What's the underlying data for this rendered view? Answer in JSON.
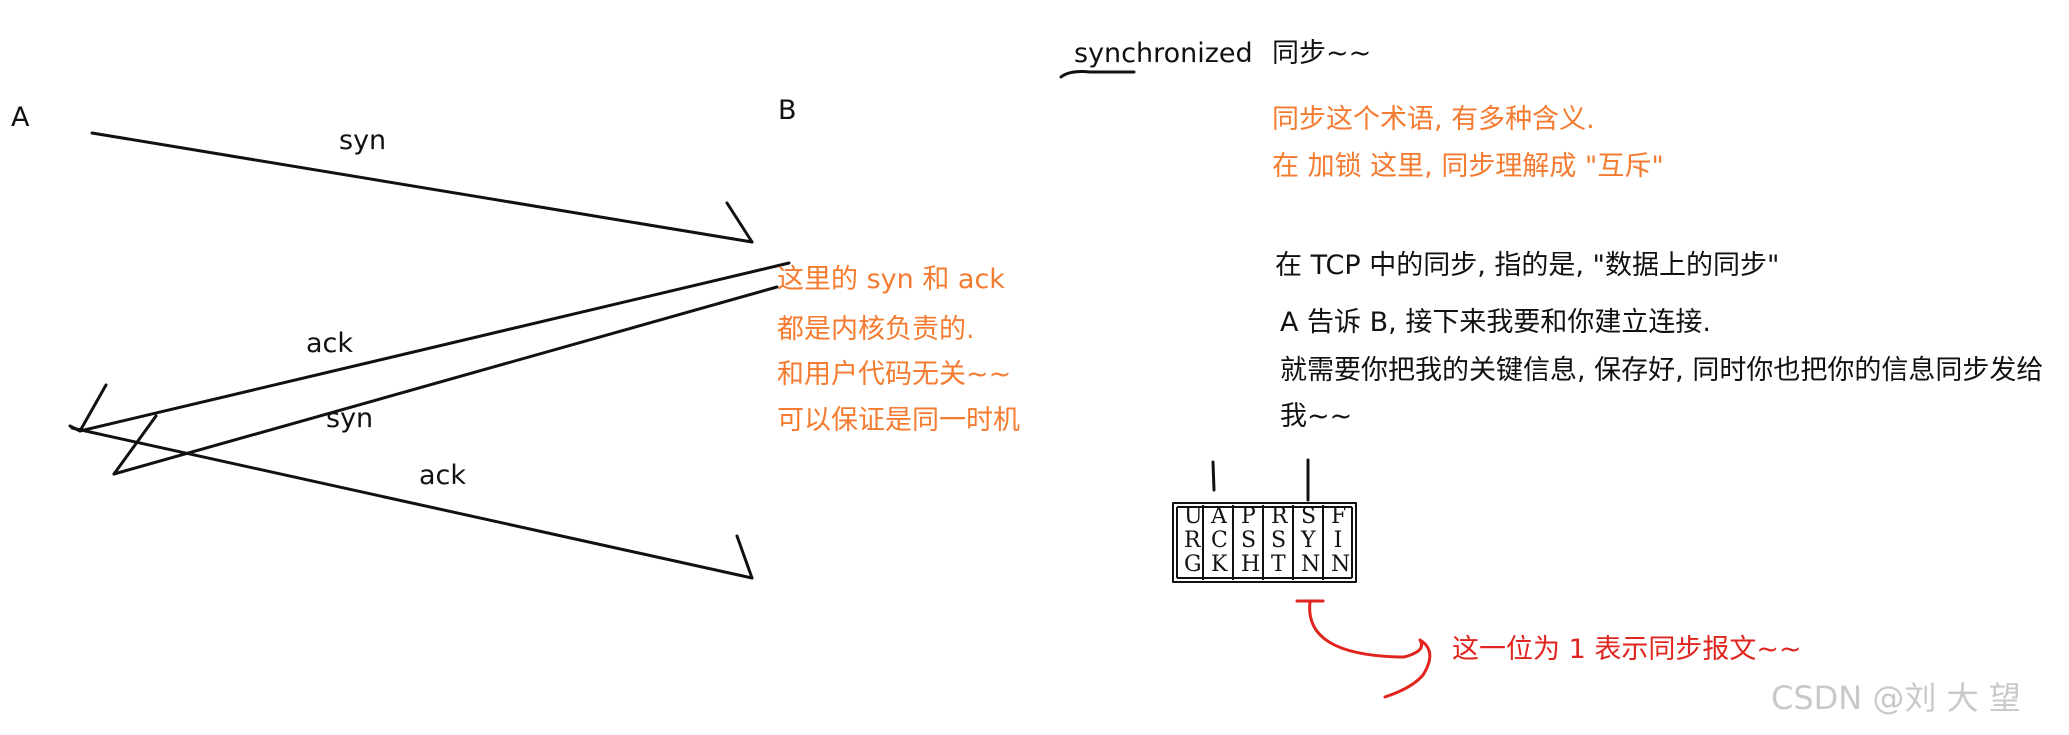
{
  "nodes": {
    "a": "A",
    "b": "B"
  },
  "arrows": [
    {
      "label": "syn"
    },
    {
      "label": "ack"
    },
    {
      "label": "syn"
    },
    {
      "label": "ack"
    }
  ],
  "kernel_note": [
    "这里的 syn 和 ack",
    "都是内核负责的.",
    "和用户代码无关~~",
    "可以保证是同一时机"
  ],
  "top_right": {
    "word": "synchronized",
    "meaning": "同步~~"
  },
  "orange_note": [
    "同步这个术语, 有多种含义.",
    "在 加锁 这里, 同步理解成 \"互斥\""
  ],
  "tcp_note": {
    "title": "在 TCP 中的同步, 指的是, \"数据上的同步\"",
    "lines": [
      "A 告诉 B, 接下来我要和你建立连接.",
      "就需要你把我的关键信息, 保存好, 同时你也把你的信息同步发给",
      "我~~"
    ]
  },
  "flags": [
    {
      "text": "URG"
    },
    {
      "text": "ACK"
    },
    {
      "text": "PSH"
    },
    {
      "text": "RST"
    },
    {
      "text": "SYN"
    },
    {
      "text": "FIN"
    }
  ],
  "syn_bit_note": "这一位为 1 表示同步报文~~",
  "watermark": "CSDN @刘 大 望",
  "colors": {
    "ink": "#111111",
    "orange": "#f47b30",
    "red": "#e0251e",
    "watermark": "#c9c9c9"
  }
}
